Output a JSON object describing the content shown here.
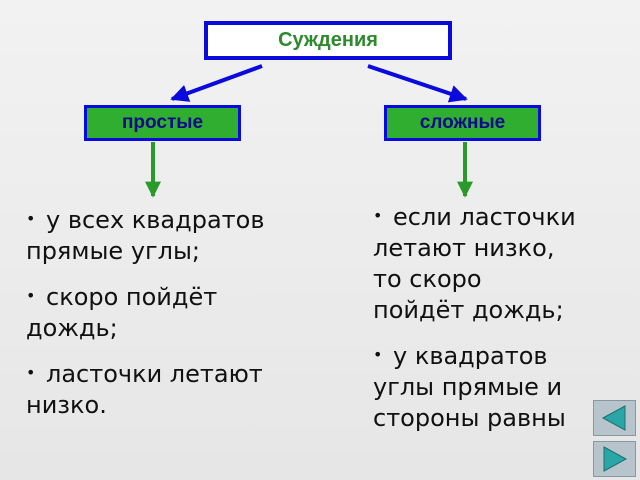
{
  "diagram": {
    "root": "Суждения",
    "left": {
      "label": "простые",
      "items": [
        [
          "у всех квадратов",
          "прямые углы;"
        ],
        [
          "скоро пойдёт",
          "дождь;"
        ],
        [
          "ласточки летают",
          "низко."
        ]
      ]
    },
    "right": {
      "label": "сложные",
      "items": [
        [
          "если ласточки",
          "летают низко,",
          "то скоро",
          "пойдёт дождь;"
        ],
        [
          "у квадратов",
          "углы прямые и",
          "стороны равны"
        ]
      ]
    },
    "bullet": "•"
  },
  "nav": {
    "prev_icon": "triangle-left-icon",
    "next_icon": "triangle-right-icon"
  },
  "colors": {
    "box_border": "#0a0adc",
    "box_fill": "#2fae2f",
    "root_text": "#2d8a2d",
    "arrow_blue": "#0a0adc",
    "arrow_green": "#2a9a2a"
  }
}
